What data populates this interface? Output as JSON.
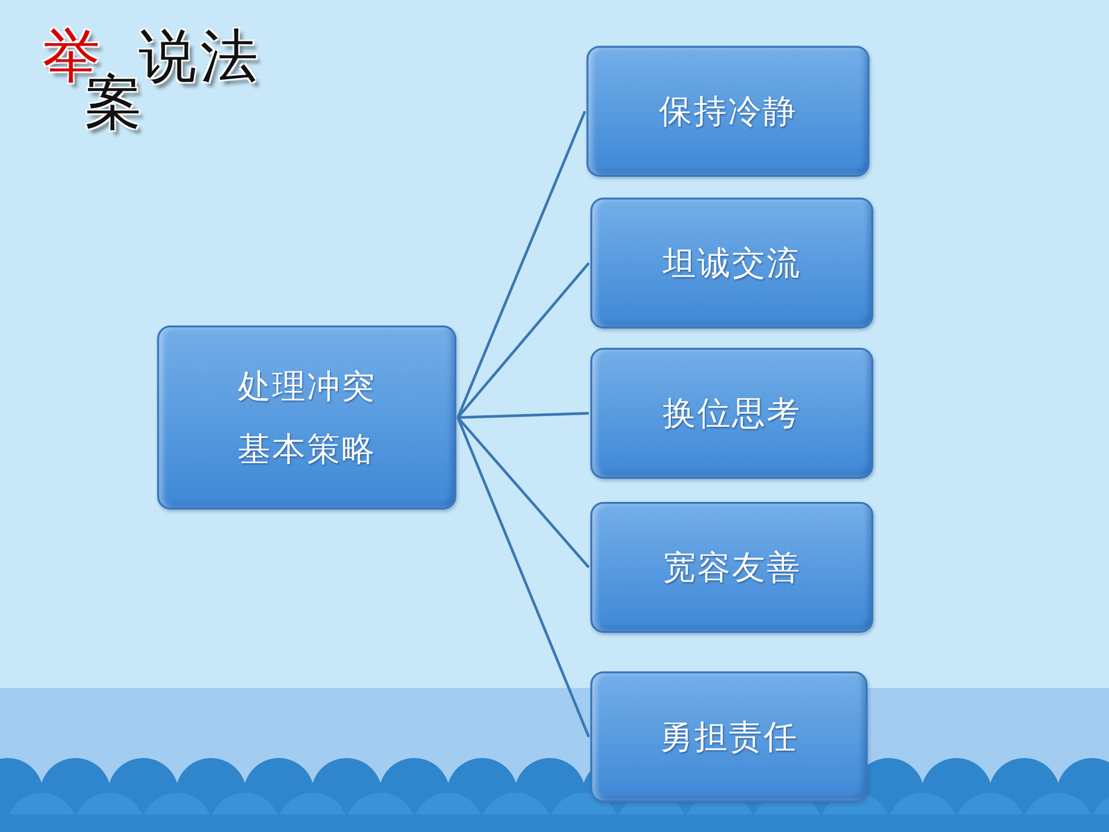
{
  "diagram": {
    "title": "举案说法",
    "nodes": [
      {
        "text": [
          "处理冲突 基本策略"
        ]
      },
      {
        "text": [
          "保持冷静"
        ]
      },
      {
        "text": [
          "坦诚交流"
        ]
      },
      {
        "text": [
          "换位思考"
        ]
      },
      {
        "text": [
          "宽容友善"
        ]
      },
      {
        "text": [
          "勇担责任"
        ]
      }
    ],
    "edges": [
      {
        "from": 0,
        "to": 1,
        "arrow": "none"
      },
      {
        "from": 0,
        "to": 2,
        "arrow": "none"
      },
      {
        "from": 0,
        "to": 3,
        "arrow": "none"
      },
      {
        "from": 0,
        "to": 4,
        "arrow": "none"
      },
      {
        "from": 0,
        "to": 5,
        "arrow": "none"
      }
    ]
  }
}
